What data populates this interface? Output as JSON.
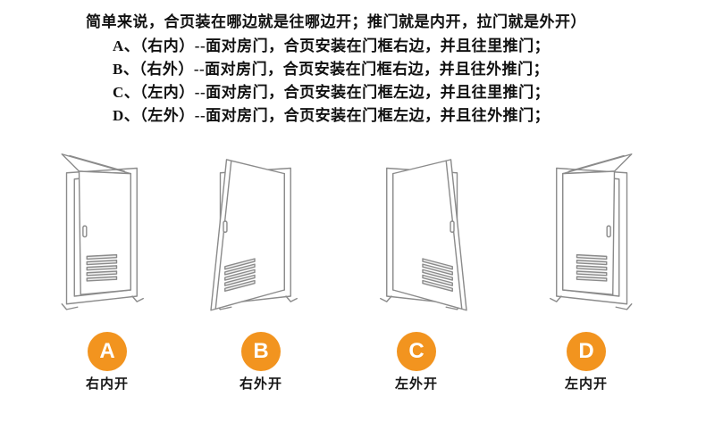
{
  "header": {
    "intro": "简单来说，合页装在哪边就是往哪边开；推门就是内开，拉门就是外开）",
    "items": [
      "A、（右内）--面对房门，合页安装在门框右边，并且往里推门；",
      "B、（右外）--面对房门，合页安装在门框右边，并且往外推门；",
      "C、（左内）--面对房门，合页安装在门框左边，并且往里推门；",
      "D、（左外）--面对房门，合页安装在门框左边，并且往外推门；"
    ]
  },
  "figures": [
    {
      "letter": "A",
      "label": "右内开",
      "direction": "hinge-right-open-inward"
    },
    {
      "letter": "B",
      "label": "右外开",
      "direction": "hinge-right-open-outward"
    },
    {
      "letter": "C",
      "label": "左外开",
      "direction": "hinge-left-open-outward"
    },
    {
      "letter": "D",
      "label": "左内开",
      "direction": "hinge-left-open-inward"
    }
  ],
  "colors": {
    "badge_orange": "#F2941F",
    "line_gray": "#8b8b8b",
    "text_black": "#111111",
    "background": "#ffffff"
  }
}
